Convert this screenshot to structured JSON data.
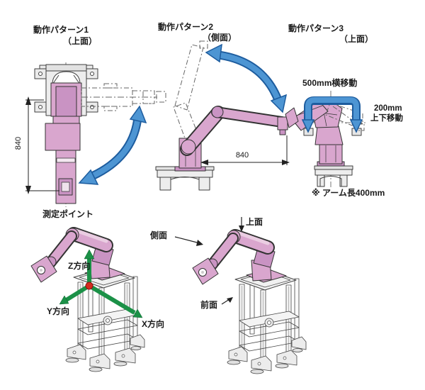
{
  "colors": {
    "pink": "#D9A6CE",
    "pink_dark": "#C993C3",
    "pink_light": "#EACDE2",
    "blue": "#4D95D3",
    "blue_outline": "#1D5C9E",
    "green": "#1B9147",
    "red": "#D42B1E",
    "gray_fill": "#EBEBEB",
    "line": "#3F3F3F"
  },
  "patterns": [
    {
      "title": "動作パターン1",
      "view": "（上面）",
      "dimension": "840"
    },
    {
      "title": "動作パターン2",
      "view": "（側面）",
      "dimension": "840"
    },
    {
      "title": "動作パターン3",
      "view": "（上面）",
      "lateral_label": "500mm横移動",
      "vertical_label_line1": "200mm",
      "vertical_label_line2": "上下移動",
      "note": "※ アーム長400mm"
    }
  ],
  "measurement": {
    "title": "測定ポイント",
    "axis_labels": {
      "z": "Z方向",
      "y": "Y方向",
      "x": "X方向"
    },
    "view_labels": {
      "top": "上面",
      "side": "側面",
      "front": "前面"
    }
  }
}
